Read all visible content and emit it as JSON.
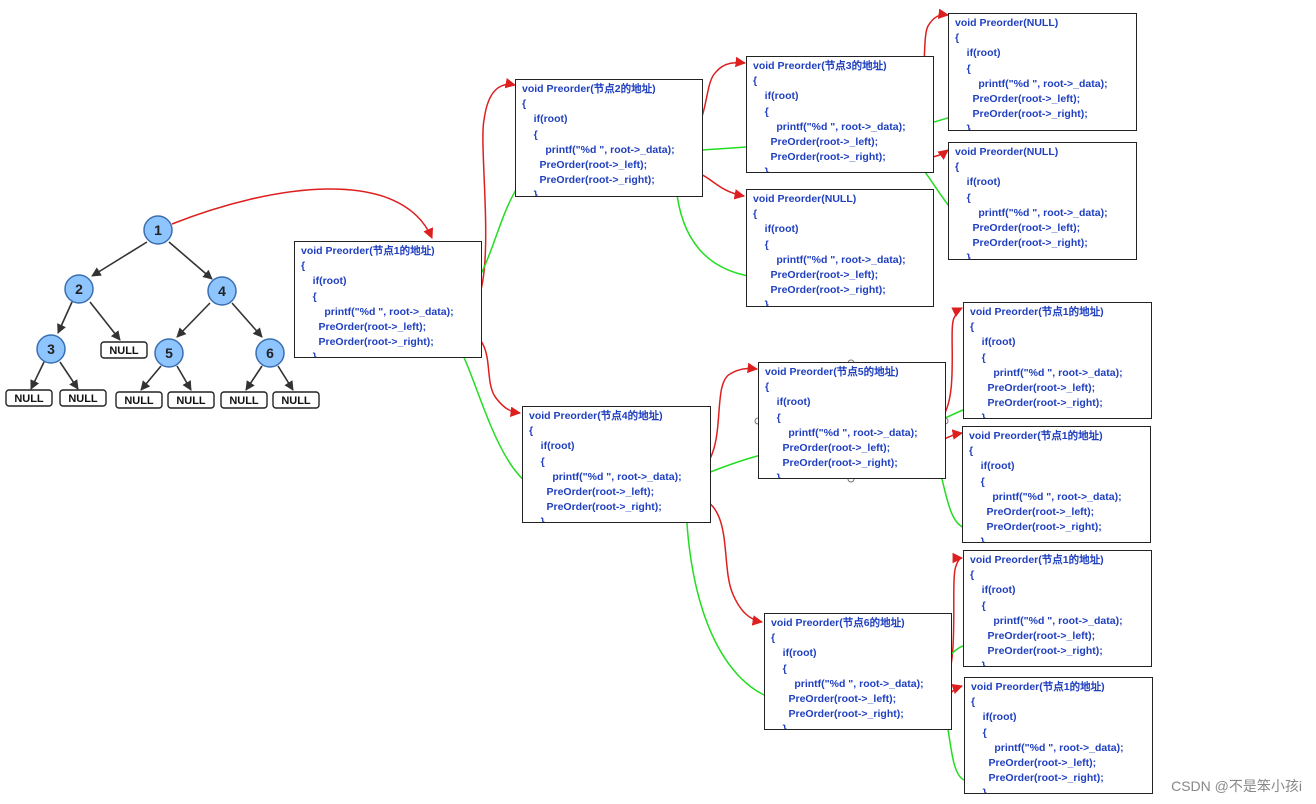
{
  "tree": {
    "nodes": [
      "1",
      "2",
      "3",
      "4",
      "5",
      "6"
    ],
    "null_label": "NULL"
  },
  "frames": {
    "n1": [
      "void Preorder(节点1的地址)",
      "{",
      "    if(root)",
      "    {",
      "        printf(\"%d \", root->_data);",
      "      PreOrder(root->_left);",
      "      PreOrder(root->_right);",
      "    }",
      "}"
    ],
    "n2": [
      "void Preorder(节点2的地址)",
      "{",
      "    if(root)",
      "    {",
      "        printf(\"%d \", root->_data);",
      "      PreOrder(root->_left);",
      "      PreOrder(root->_right);",
      "    }",
      "}"
    ],
    "n3": [
      "void Preorder(节点3的地址)",
      "{",
      "    if(root)",
      "    {",
      "        printf(\"%d \", root->_data);",
      "      PreOrder(root->_left);",
      "      PreOrder(root->_right);",
      "    }",
      "}"
    ],
    "n4": [
      "void Preorder(节点4的地址)",
      "{",
      "    if(root)",
      "    {",
      "        printf(\"%d \", root->_data);",
      "      PreOrder(root->_left);",
      "      PreOrder(root->_right);",
      "    }",
      "}"
    ],
    "n5": [
      "void Preorder(节点5的地址)",
      "{",
      "    if(root)",
      "    {",
      "        printf(\"%d \", root->_data);",
      "      PreOrder(root->_left);",
      "      PreOrder(root->_right);",
      "    }",
      "}"
    ],
    "n6": [
      "void Preorder(节点6的地址)",
      "{",
      "    if(root)",
      "    {",
      "        printf(\"%d \", root->_data);",
      "      PreOrder(root->_left);",
      "      PreOrder(root->_right);",
      "    }",
      "}"
    ],
    "null2r": [
      "void Preorder(NULL)",
      "{",
      "    if(root)",
      "    {",
      "        printf(\"%d \", root->_data);",
      "      PreOrder(root->_left);",
      "      PreOrder(root->_right);",
      "    }",
      "}"
    ],
    "null3l": [
      "void Preorder(NULL)",
      "{",
      "    if(root)",
      "    {",
      "        printf(\"%d \", root->_data);",
      "      PreOrder(root->_left);",
      "      PreOrder(root->_right);",
      "    }",
      "}"
    ],
    "null3r": [
      "void Preorder(NULL)",
      "{",
      "    if(root)",
      "    {",
      "        printf(\"%d \", root->_data);",
      "      PreOrder(root->_left);",
      "      PreOrder(root->_right);",
      "    }",
      "}"
    ],
    "n5l": [
      "void Preorder(节点1的地址)",
      "{",
      "    if(root)",
      "    {",
      "        printf(\"%d \", root->_data);",
      "      PreOrder(root->_left);",
      "      PreOrder(root->_right);",
      "    }",
      "}"
    ],
    "n5r": [
      "void Preorder(节点1的地址)",
      "{",
      "    if(root)",
      "    {",
      "        printf(\"%d \", root->_data);",
      "      PreOrder(root->_left);",
      "      PreOrder(root->_right);",
      "    }",
      "}"
    ],
    "n6l": [
      "void Preorder(节点1的地址)",
      "{",
      "    if(root)",
      "    {",
      "        printf(\"%d \", root->_data);",
      "      PreOrder(root->_left);",
      "      PreOrder(root->_right);",
      "    }",
      "}"
    ],
    "n6r": [
      "void Preorder(节点1的地址)",
      "{",
      "    if(root)",
      "    {",
      "        printf(\"%d \", root->_data);",
      "      PreOrder(root->_left);",
      "      PreOrder(root->_right);",
      "    }",
      "}"
    ]
  },
  "watermark": "CSDN @不是笨小孩i",
  "colors": {
    "node_fill": "#8ec5ff",
    "node_stroke": "#3a6fb0",
    "call_arrow": "#dd1f1f",
    "return_arrow": "#22dd22",
    "code_text": "#1f3fbf"
  }
}
